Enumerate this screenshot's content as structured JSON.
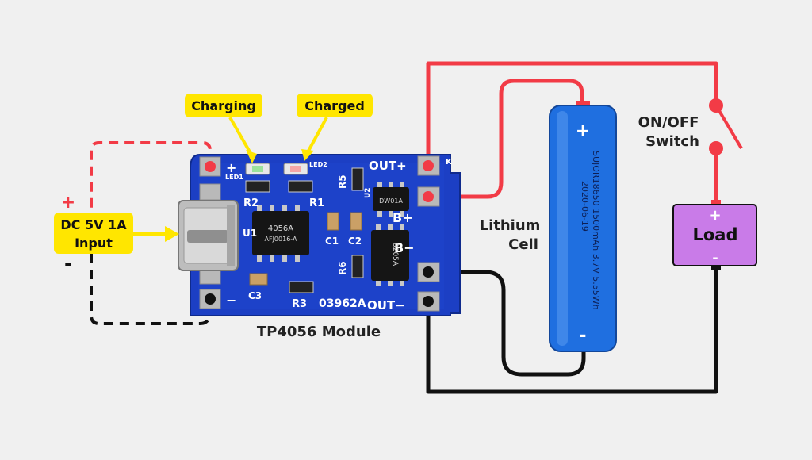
{
  "labels": {
    "charging": "Charging",
    "charged": "Charged",
    "input_line1": "DC 5V 1A",
    "input_line2": "Input",
    "plus": "+",
    "minus": "-",
    "module": "TP4056 Module",
    "cell_line1": "Lithium",
    "cell_line2": "Cell",
    "switch_line1": "ON/OFF",
    "switch_line2": "Switch",
    "load": "Load",
    "load_plus": "+",
    "load_minus": "-"
  },
  "pcb": {
    "out_plus": "OUT+",
    "b_plus": "B+",
    "b_minus": "B−",
    "out_minus": "OUT−",
    "plus": "+",
    "minus": "−",
    "led1": "LED1",
    "led2": "LED2",
    "r1": "R1",
    "r2": "R2",
    "r3": "R3",
    "r5": "R5",
    "r6": "R6",
    "c1": "C1",
    "c2": "C2",
    "c3": "C3",
    "u1": "U1",
    "u2": "U2",
    "chip1_line1": "4056A",
    "chip1_line2": "AFJ0016-A",
    "chip2": "DW01A",
    "chip3": "8205A",
    "board_code": "03962A",
    "k": "K"
  },
  "battery": {
    "text_line1": "SUJOR18650 1500mAh 3.7V 5.55Wh",
    "text_line2": "2020-06-19",
    "plus": "+",
    "minus": "-"
  },
  "colors": {
    "wire_red": "#f23b46",
    "wire_black": "#111111",
    "tag_yellow": "#ffe600",
    "pcb_blue": "#1c3fc4",
    "battery_blue": "#1f6fe0",
    "load_purple": "#c97be8"
  }
}
